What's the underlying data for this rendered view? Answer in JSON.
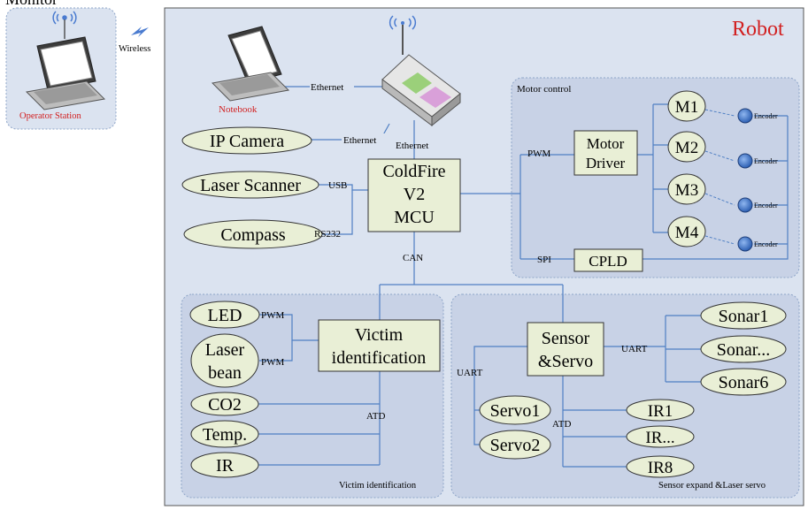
{
  "top_cut_text": "Monitor",
  "operator_station": "Operator Station",
  "wireless": "Wireless",
  "robot_title": "Robot",
  "notebook": "Notebook",
  "ethernet": "Ethernet",
  "ip_camera": "IP Camera",
  "laser_scanner": "Laser Scanner",
  "compass": "Compass",
  "usb": "USB",
  "rs232": "RS232",
  "mcu": {
    "line1": "ColdFire",
    "line2": "V2",
    "line3": "MCU"
  },
  "can": "CAN",
  "motor_control": {
    "label": "Motor control",
    "pwm": "PWM",
    "spi": "SPI",
    "driver": {
      "line1": "Motor",
      "line2": "Driver"
    },
    "cpld": "CPLD",
    "motors": [
      "M1",
      "M2",
      "M3",
      "M4"
    ],
    "encoder": "Encoder"
  },
  "victim": {
    "label": "Victim identification",
    "block": {
      "line1": "Victim",
      "line2": "identification"
    },
    "led": "LED",
    "laser": {
      "line1": "Laser",
      "line2": "bean"
    },
    "co2": "CO2",
    "temp": "Temp.",
    "ir": "IR",
    "pwm": "PWM",
    "atd": "ATD"
  },
  "sensor": {
    "label": "Sensor expand &Laser servo",
    "block": {
      "line1": "Sensor",
      "line2": "&Servo"
    },
    "uart": "UART",
    "atd": "ATD",
    "sonars": [
      "Sonar1",
      "Sonar...",
      "Sonar6"
    ],
    "servos": [
      "Servo1",
      "Servo2"
    ],
    "irs": [
      "IR1",
      "IR...",
      "IR8"
    ]
  },
  "colors": {
    "panel_fill": "#dbe3f0",
    "node_fill": "#e9efd6",
    "wire": "#4f7fc3",
    "robot_red": "#d21f1f",
    "encoder_blue": "#3a73c9"
  }
}
